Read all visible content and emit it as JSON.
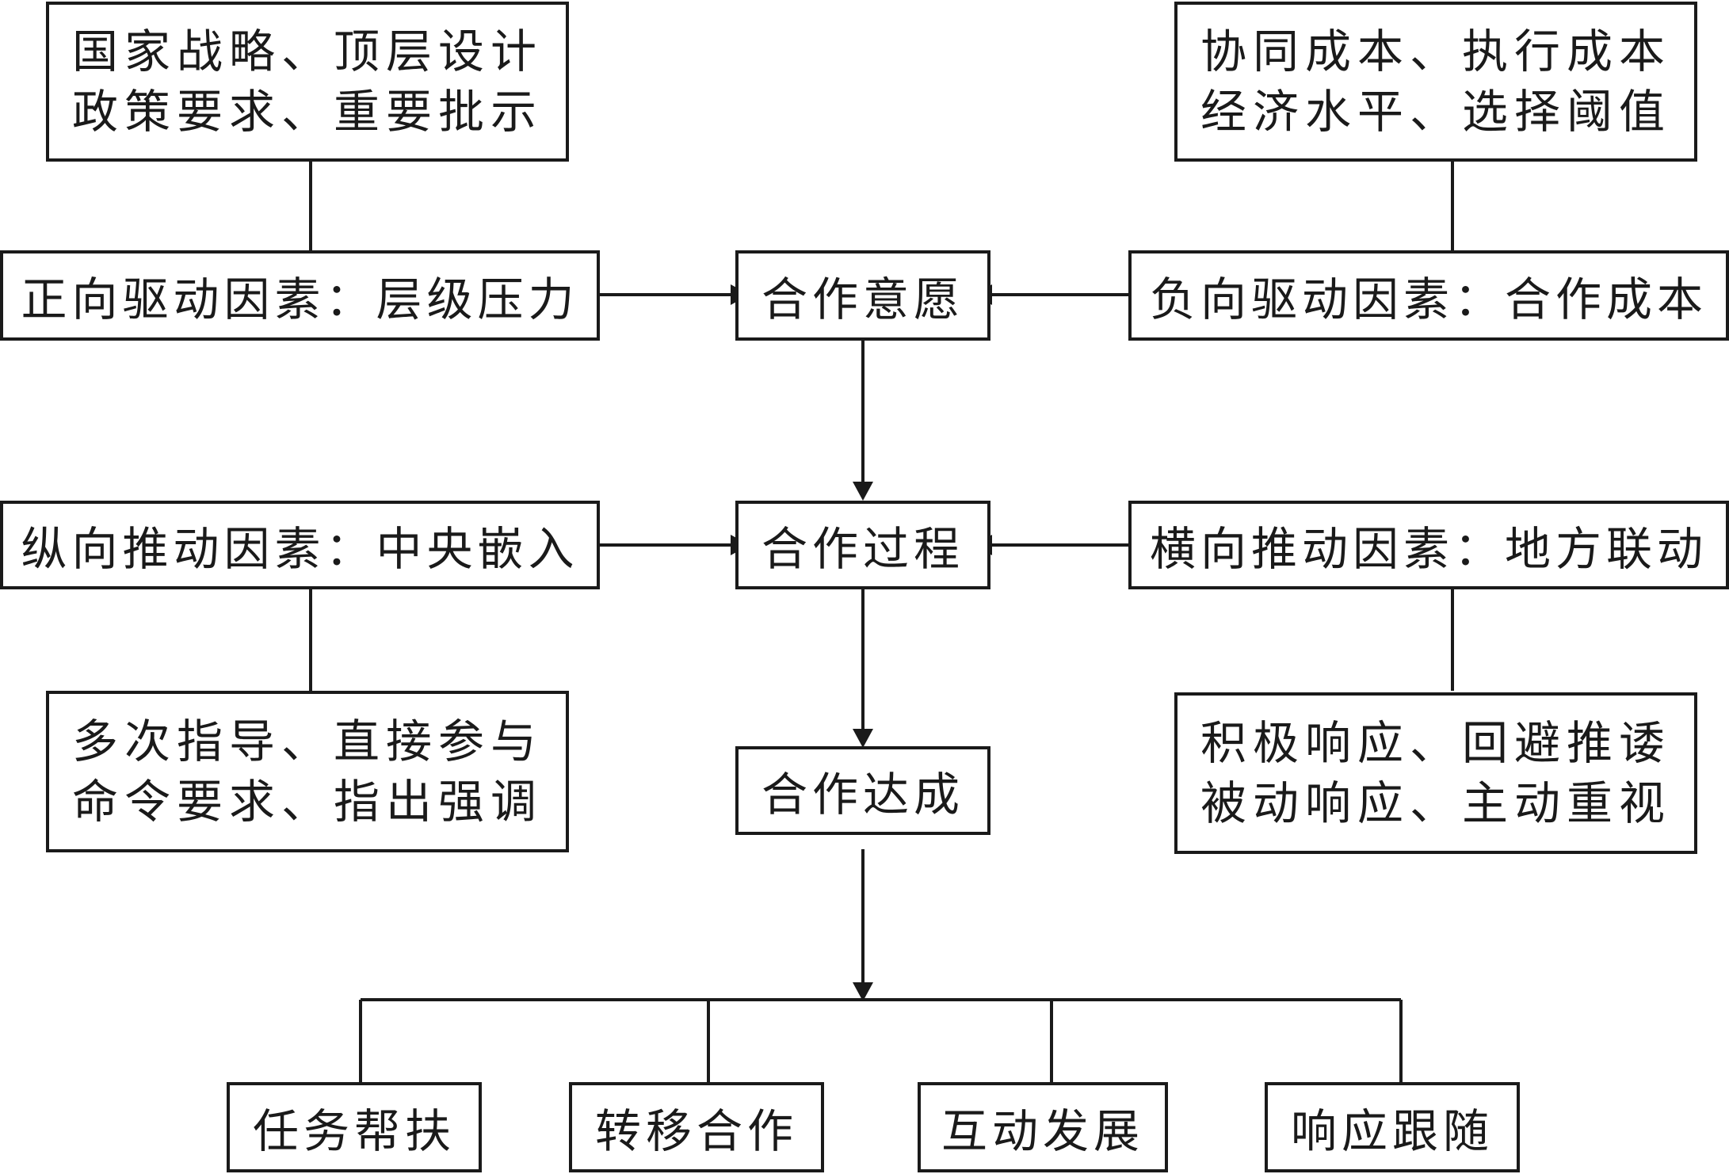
{
  "top_left_box": {
    "line1": "国家战略、顶层设计",
    "line2": "政策要求、重要批示"
  },
  "top_right_box": {
    "line1": "协同成本、执行成本",
    "line2": "经济水平、选择阈值"
  },
  "positive_driver": "正向驱动因素：层级压力",
  "negative_driver": "负向驱动因素：合作成本",
  "vertical_pusher": "纵向推动因素：中央嵌入",
  "horizontal_pusher": "横向推动因素：地方联动",
  "bottom_left_box": {
    "line1": "多次指导、直接参与",
    "line2": "命令要求、指出强调"
  },
  "bottom_right_box": {
    "line1": "积极响应、回避推诿",
    "line2": "被动响应、主动重视"
  },
  "center_chain": [
    "合作意愿",
    "合作过程",
    "合作达成"
  ],
  "outcomes": [
    "任务帮扶",
    "转移合作",
    "互动发展",
    "响应跟随"
  ]
}
